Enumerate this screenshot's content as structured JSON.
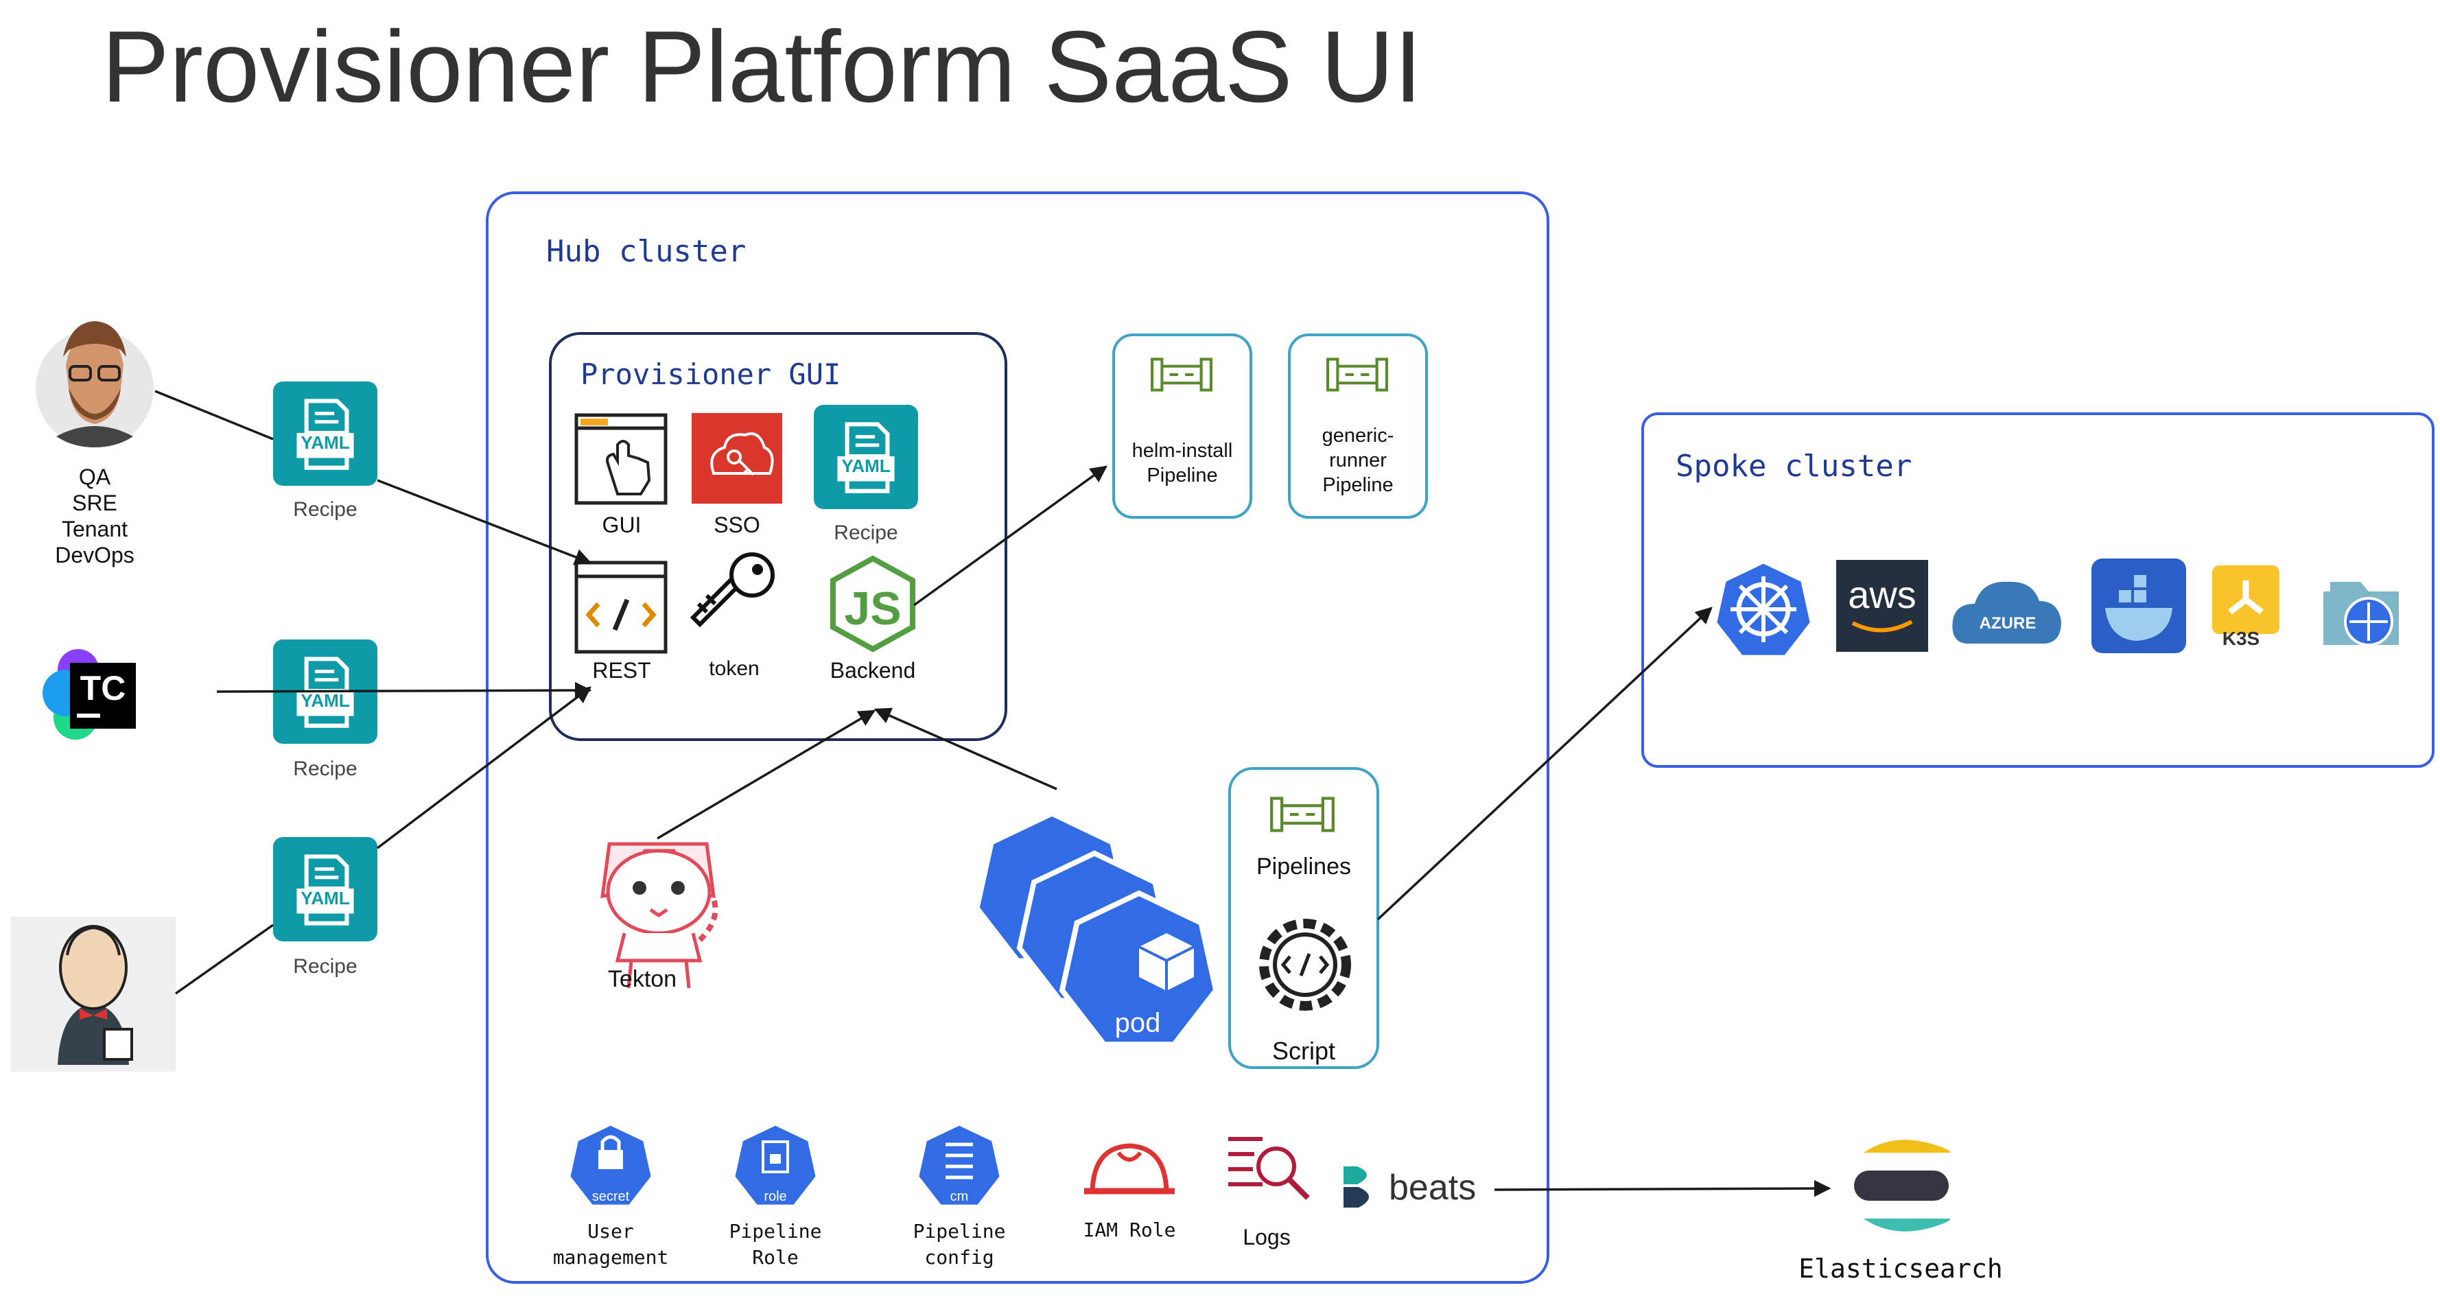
{
  "title": "Provisioner Platform SaaS UI",
  "hub": {
    "label": "Hub cluster",
    "gui_box": {
      "label": "Provisioner GUI",
      "items": {
        "gui": "GUI",
        "sso": "SSO",
        "recipe": "Recipe",
        "recipe_badge": "YAML",
        "rest": "REST",
        "token": "token",
        "backend": "Backend"
      }
    },
    "pipelines": {
      "helm": "helm-install\nPipeline",
      "generic": "generic-\nrunner\nPipeline"
    },
    "tekton": "Tekton",
    "pod": "pod",
    "pipelines_script": {
      "pipelines": "Pipelines",
      "script": "Script"
    },
    "bottom": {
      "secret_badge": "secret",
      "role_badge": "role",
      "cm_badge": "cm",
      "user_mgmt": "User\nmanagement",
      "pipeline_role": "Pipeline\nRole",
      "pipeline_config": "Pipeline\nconfig",
      "iam_role": "IAM Role",
      "logs": "Logs",
      "beats": "beats"
    }
  },
  "spoke": {
    "label": "Spoke cluster",
    "aws": "aws",
    "azure": "AZURE",
    "k3s": "K3S"
  },
  "actors": {
    "people": "QA\nSRE\nTenant\nDevOps",
    "tc_logo": "TC"
  },
  "recipes": {
    "label": "Recipe",
    "badge": "YAML"
  },
  "elastic": "Elasticsearch",
  "colors": {
    "border_blue": "#3a5ee0",
    "gui_box_border": "#1f2d5c",
    "teal": "#0e9aa7",
    "k8s_blue": "#326ce5",
    "pipeline_green": "#5a8a2c",
    "node_green": "#539e43",
    "sso_red": "#d9362c",
    "iam_red": "#d33"
  }
}
